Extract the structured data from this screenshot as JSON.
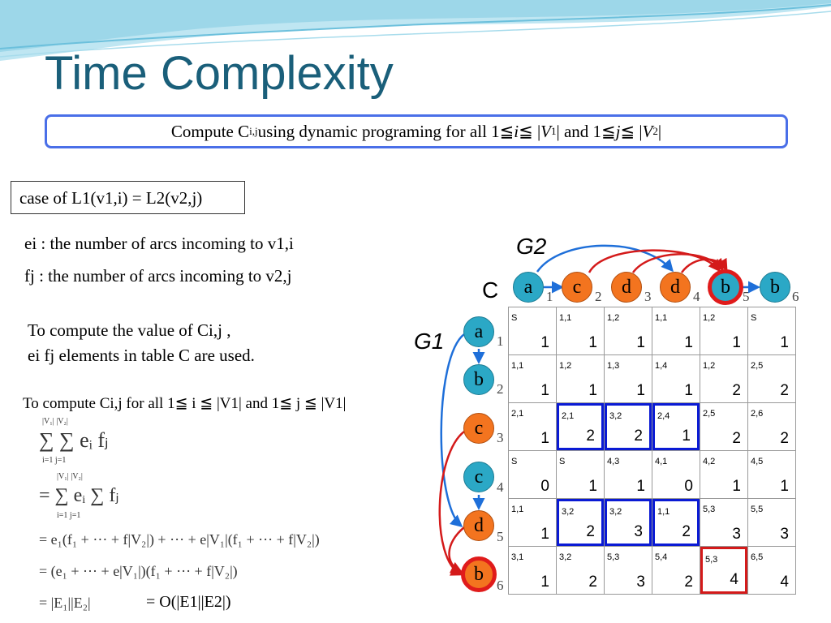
{
  "title": "Time Complexity",
  "banner": {
    "pre": "Compute C",
    "sub_ij": "i,j",
    "mid": " using dynamic programing for all 1≦ ",
    "i": "i",
    "le1": " ≦ |",
    "V": "V",
    "sub1": "1",
    "and": "| and 1≦ ",
    "j": "j",
    "le2": " ≦ |",
    "V2": "V",
    "sub2": "2",
    "end": "|"
  },
  "case_box": "case of L1(v1,i) = L2(v2,j)",
  "e_line": "ei : the number of arcs incoming to v1,i",
  "f_line": "fj : the number of arcs incoming to v2,j",
  "compute_line1": "To compute the value of Ci,j ,",
  "compute_line2": "ei fj elements in table C are used.",
  "compute_all": "To compute Ci,j for all 1≦ i ≦ |V1| and 1≦ j ≦ |V1|",
  "math": {
    "eq1": "∑ ∑ eᵢ fⱼ",
    "eq1_top": "|V₁|  |V₂|",
    "eq1_bot": "i=1  j=1",
    "eq2": "= ∑ eᵢ ∑ fⱼ",
    "eq2_top": "|V₁|     |V₂|",
    "eq2_bot": "i=1      j=1",
    "eq3": "= e₁(f₁ + ··· + f|V₂|) + ··· + e|V₁|(f₁ + ··· + f|V₂|)",
    "eq4": "= (e₁ + ··· + e|V₁|)(f₁ + ··· + f|V₂|)",
    "eq5": "= |E₁||E₂|",
    "eq5_result": "= O(|E1||E2|)"
  },
  "labels": {
    "G2": "G2",
    "G1": "G1",
    "C": "C"
  },
  "g2_nodes": [
    {
      "label": "a",
      "index": "1",
      "color": "teal"
    },
    {
      "label": "c",
      "index": "2",
      "color": "orange"
    },
    {
      "label": "d",
      "index": "3",
      "color": "orange"
    },
    {
      "label": "d",
      "index": "4",
      "color": "orange"
    },
    {
      "label": "b",
      "index": "5",
      "color": "teal",
      "highlight": true
    },
    {
      "label": "b",
      "index": "6",
      "color": "teal"
    }
  ],
  "g1_nodes": [
    {
      "label": "a",
      "index": "1",
      "color": "teal"
    },
    {
      "label": "b",
      "index": "2",
      "color": "teal"
    },
    {
      "label": "c",
      "index": "3",
      "color": "orange"
    },
    {
      "label": "c",
      "index": "4",
      "color": "teal"
    },
    {
      "label": "d",
      "index": "5",
      "color": "orange"
    },
    {
      "label": "b",
      "index": "6",
      "color": "orange",
      "highlight": true
    }
  ],
  "table": [
    [
      {
        "l": "S",
        "v": "1"
      },
      {
        "l": "1,1",
        "v": "1"
      },
      {
        "l": "1,2",
        "v": "1"
      },
      {
        "l": "1,1",
        "v": "1"
      },
      {
        "l": "1,2",
        "v": "1"
      },
      {
        "l": "S",
        "v": "1"
      }
    ],
    [
      {
        "l": "1,1",
        "v": "1"
      },
      {
        "l": "1,2",
        "v": "1"
      },
      {
        "l": "1,3",
        "v": "1"
      },
      {
        "l": "1,4",
        "v": "1"
      },
      {
        "l": "1,2",
        "v": "2"
      },
      {
        "l": "2,5",
        "v": "2"
      }
    ],
    [
      {
        "l": "2,1",
        "v": "1"
      },
      {
        "l": "2,1",
        "v": "2",
        "box": "blue"
      },
      {
        "l": "3,2",
        "v": "2",
        "box": "blue"
      },
      {
        "l": "2,4",
        "v": "1",
        "box": "blue"
      },
      {
        "l": "2,5",
        "v": "2"
      },
      {
        "l": "2,6",
        "v": "2"
      }
    ],
    [
      {
        "l": "S",
        "v": "0"
      },
      {
        "l": "S",
        "v": "1"
      },
      {
        "l": "4,3",
        "v": "1"
      },
      {
        "l": "4,1",
        "v": "0"
      },
      {
        "l": "4,2",
        "v": "1"
      },
      {
        "l": "4,5",
        "v": "1"
      }
    ],
    [
      {
        "l": "1,1",
        "v": "1"
      },
      {
        "l": "3,2",
        "v": "2",
        "box": "blue"
      },
      {
        "l": "3,2",
        "v": "3",
        "box": "blue"
      },
      {
        "l": "1,1",
        "v": "2",
        "box": "blue"
      },
      {
        "l": "5,3",
        "v": "3"
      },
      {
        "l": "5,5",
        "v": "3"
      }
    ],
    [
      {
        "l": "3,1",
        "v": "1"
      },
      {
        "l": "3,2",
        "v": "2"
      },
      {
        "l": "5,3",
        "v": "3"
      },
      {
        "l": "5,4",
        "v": "2"
      },
      {
        "l": "5,3",
        "v": "4",
        "box": "red"
      },
      {
        "l": "6,5",
        "v": "4"
      }
    ]
  ],
  "colors": {
    "title": "#1a5f7a",
    "banner_border": "#4a6fe8",
    "teal_node": "#2ba8c6",
    "orange_node": "#f3741f",
    "blue_arc": "#1e6fd9",
    "red_arc": "#d41a1a"
  }
}
